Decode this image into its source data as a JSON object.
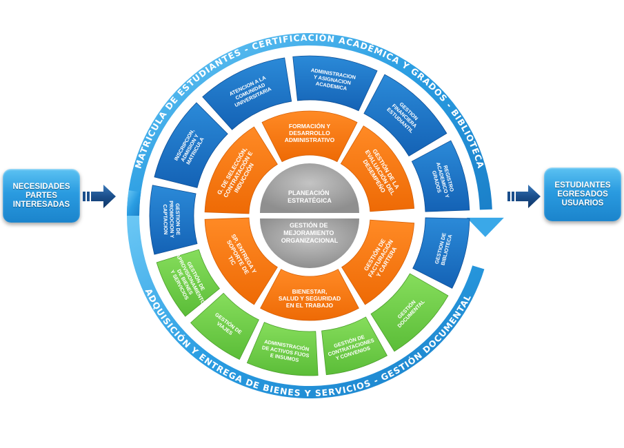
{
  "inputs": {
    "label": "NECESIDADES\nPARTES\nINTERESADAS"
  },
  "outputs": {
    "label": "ESTUDIANTES\nEGRESADOS\nUSUARIOS"
  },
  "outer_ring": {
    "top_text": "MATRICULA DE ESTUDIANTES - CERTIFICACIÓN ACADÉMICA Y GRADOS - BIBLIOTECA",
    "bottom_text": "ADQUISICIÓN Y ENTREGA DE BIENES Y SERVICIOS - GESTIÓN DOCUMENTAL"
  },
  "center": {
    "top": [
      "PLANEACIÓN",
      "ESTRATÉGICA"
    ],
    "bottom": [
      "GESTIÓN DE",
      "MEJORAMIENTO",
      "ORGANIZACIONAL"
    ]
  },
  "colors": {
    "blue_segment": "#1a73c9",
    "orange_segment": "#f7750e",
    "green_segment": "#6ccc45",
    "ring": "#2e9fe0",
    "center": "#a9a9a9",
    "arrow": "#1d4f8a"
  },
  "mission_processes": [
    {
      "lines": [
        "GESTION DE",
        "PROMOCION Y",
        "CAPTACION"
      ]
    },
    {
      "lines": [
        "INSCRIPCION,",
        "ADMISION Y",
        "MATRICULA"
      ]
    },
    {
      "lines": [
        "ATENCION A LA",
        "COMUNIDAD",
        "UNIVERSITARIA"
      ]
    },
    {
      "lines": [
        "ADMINISTRACION",
        "Y ASIGNACION",
        "ACADEMICA"
      ]
    },
    {
      "lines": [
        "GESTION",
        "FINANCIERA",
        "ESTUDIANTIL"
      ]
    },
    {
      "lines": [
        "REGISTRO",
        "ACADEMICO Y",
        "GRADOS"
      ]
    },
    {
      "lines": [
        "GESTION DE",
        "BIBLIOTECA"
      ]
    }
  ],
  "support_processes": [
    {
      "lines": [
        "GESTIÓN",
        "DOCUMENTAL"
      ]
    },
    {
      "lines": [
        "GESTIÓN DE",
        "CONTRATACIONES",
        "Y CONVENIOS"
      ]
    },
    {
      "lines": [
        "ADMINISTRACIÓN",
        "DE ACTIVOS FIJOS",
        "E INSUMOS"
      ]
    },
    {
      "lines": [
        "GESTIÓN DE",
        "VIAJES"
      ]
    },
    {
      "lines": [
        "GESTIÓN DE",
        "APROVISIONAMIENTO",
        "DE BIENES",
        "Y SERVICIOS"
      ]
    }
  ],
  "management_processes": [
    {
      "lines": [
        "FORMACIÓN Y",
        "DESARROLLO",
        "ADMINISTRATIVO"
      ]
    },
    {
      "lines": [
        "GESTIÓN DE LA",
        "EVALUACIÓN DEL",
        "DESEMPEÑO"
      ]
    },
    {
      "lines": [
        "GESTIÓN DE",
        "FACTURACIÓN",
        "Y CARTERA"
      ]
    },
    {
      "lines": [
        "BIENESTAR,",
        "SALUD Y SEGURIDAD",
        "EN EL TRABAJO"
      ]
    },
    {
      "lines": [
        "SP. ENTREGA Y",
        "SOPORTE DE",
        "TIC"
      ]
    },
    {
      "lines": [
        "G. DE SELECCIÓN,",
        "CONTRATACIÓN E",
        "INDUCCIÓN"
      ]
    }
  ]
}
